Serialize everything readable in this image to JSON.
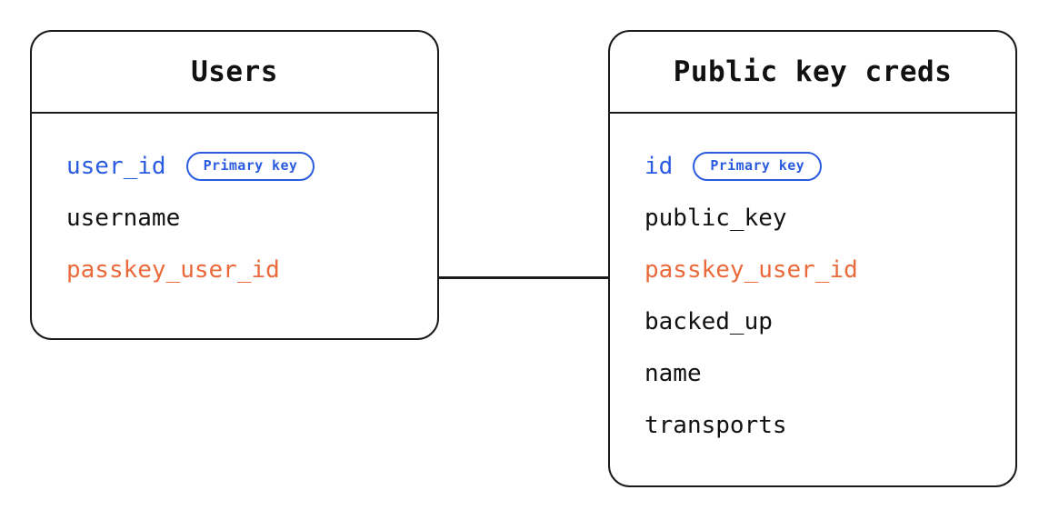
{
  "diagram": {
    "type": "entity-relationship-diagram",
    "background_color": "#ffffff",
    "colors": {
      "border": "#1a1a1a",
      "text": "#111111",
      "primary_key": "#2b5ce0",
      "foreign_key": "#ea6a3c",
      "connector": "#1a1a1a"
    },
    "badge_label": "Primary key"
  },
  "entities": [
    {
      "id": "users",
      "title": "Users",
      "fields": [
        {
          "name": "user_id",
          "color_role": "primary_key",
          "badge": "Primary key"
        },
        {
          "name": "username",
          "color_role": "plain",
          "badge": ""
        },
        {
          "name": "passkey_user_id",
          "color_role": "foreign_key",
          "badge": ""
        }
      ]
    },
    {
      "id": "public_key_creds",
      "title": "Public key creds",
      "fields": [
        {
          "name": "id",
          "color_role": "primary_key",
          "badge": "Primary key"
        },
        {
          "name": "public_key",
          "color_role": "plain",
          "badge": ""
        },
        {
          "name": "passkey_user_id",
          "color_role": "foreign_key",
          "badge": ""
        },
        {
          "name": "backed_up",
          "color_role": "plain",
          "badge": ""
        },
        {
          "name": "name",
          "color_role": "plain",
          "badge": ""
        },
        {
          "name": "transports",
          "color_role": "plain",
          "badge": ""
        }
      ]
    }
  ],
  "relationships": [
    {
      "id": "users-to-public-key-creds",
      "from_entity": "users",
      "from_field": "passkey_user_id",
      "to_entity": "public_key_creds",
      "to_field": "passkey_user_id",
      "style": "solid-line"
    }
  ]
}
